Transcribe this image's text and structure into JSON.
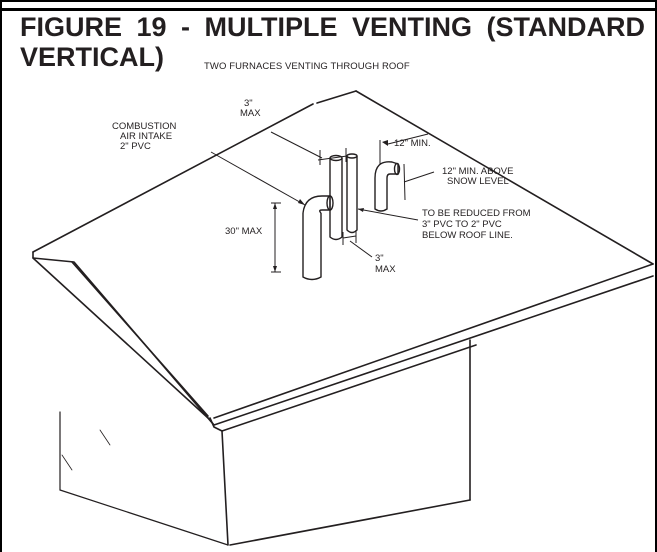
{
  "figure": {
    "title_line1": "FIGURE 19 - MULTIPLE VENTING (STANDARD",
    "title_line2": "VERTICAL)",
    "subtitle": "TWO FURNACES VENTING THROUGH ROOF"
  },
  "labels": {
    "combustion_air_1": "COMBUSTION",
    "combustion_air_2": "AIR INTAKE",
    "combustion_air_3": "2\" PVC",
    "max3_top_1": "3\"",
    "max3_top_2": "MAX",
    "min12": "12\" MIN.",
    "snow_1": "12\" MIN. ABOVE",
    "snow_2": "SNOW LEVEL",
    "reduce_1": "TO BE REDUCED FROM",
    "reduce_2": "3\" PVC TO 2\" PVC",
    "reduce_3": "BELOW ROOF LINE.",
    "max30": "30\" MAX",
    "max3_bot_1": "3\"",
    "max3_bot_2": "MAX"
  }
}
